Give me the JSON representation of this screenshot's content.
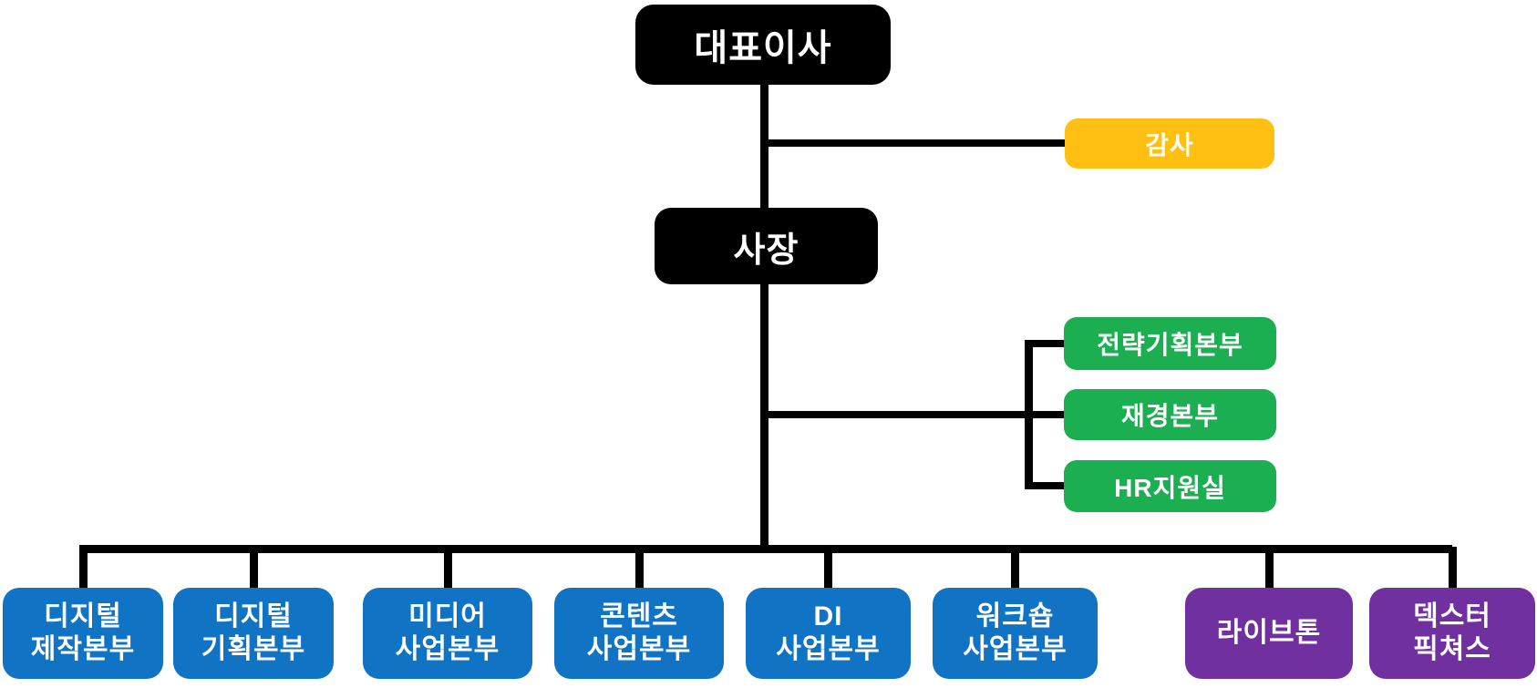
{
  "palette": {
    "executive": "#000000",
    "auditor": "#FFC013",
    "staff": "#1BAF51",
    "business": "#1173C4",
    "subsidiary": "#7030A0",
    "connector": "#000000",
    "text": "#FFFFFF"
  },
  "org": {
    "root": {
      "label": "대표이사"
    },
    "auditor": {
      "label": "감사"
    },
    "president": {
      "label": "사장"
    },
    "staff_divisions": [
      {
        "label": "전략기획본부"
      },
      {
        "label": "재경본부"
      },
      {
        "label": "HR지원실"
      }
    ],
    "departments": [
      {
        "lines": [
          "디지털",
          "제작본부"
        ]
      },
      {
        "lines": [
          "디지털",
          "기획본부"
        ]
      },
      {
        "lines": [
          "미디어",
          "사업본부"
        ]
      },
      {
        "lines": [
          "콘텐츠",
          "사업본부"
        ]
      },
      {
        "lines": [
          "DI",
          "사업본부"
        ]
      },
      {
        "lines": [
          "워크숍",
          "사업본부"
        ]
      },
      {
        "lines": [
          "라이브톤"
        ]
      },
      {
        "lines": [
          "덱스터",
          "픽쳐스"
        ]
      }
    ]
  }
}
